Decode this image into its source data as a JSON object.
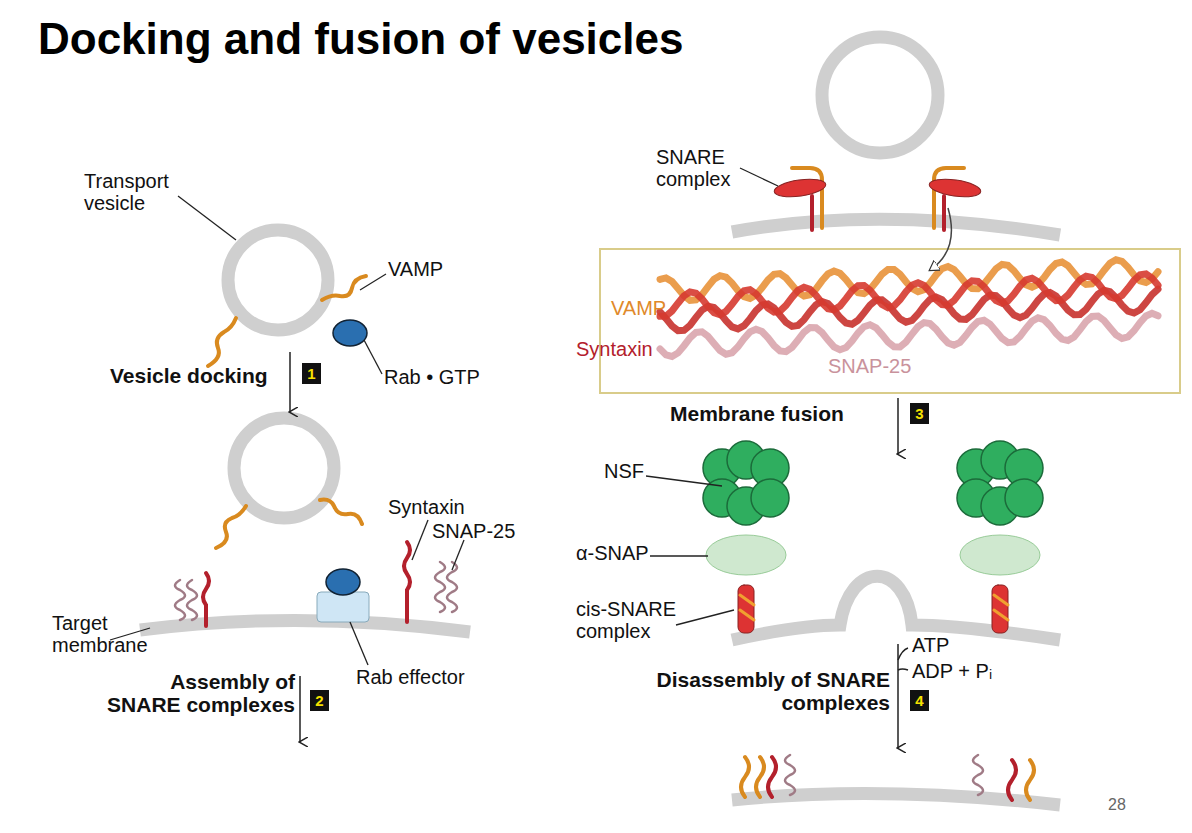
{
  "diagram": {
    "title": "Docking and fusion of vesicles",
    "nodes": [
      {
        "text": [
          "1"
        ]
      },
      {
        "text": [
          "2"
        ]
      },
      {
        "text": [
          "3"
        ]
      },
      {
        "text": [
          "4"
        ]
      }
    ],
    "labels": [
      "Transport vesicle",
      "VAMP",
      "Rab • GTP",
      "Vesicle docking",
      "Syntaxin",
      "SNAP-25",
      "Target membrane",
      "Rab effector",
      "Assembly of SNARE complexes",
      "SNARE complex",
      "VAMP",
      "Syntaxin",
      "SNAP-25",
      "Membrane fusion",
      "NSF",
      "α-SNAP",
      "cis-SNARE complex",
      "ATP",
      "ADP + Pᵢ",
      "Disassembly of SNARE complexes",
      "28"
    ]
  }
}
